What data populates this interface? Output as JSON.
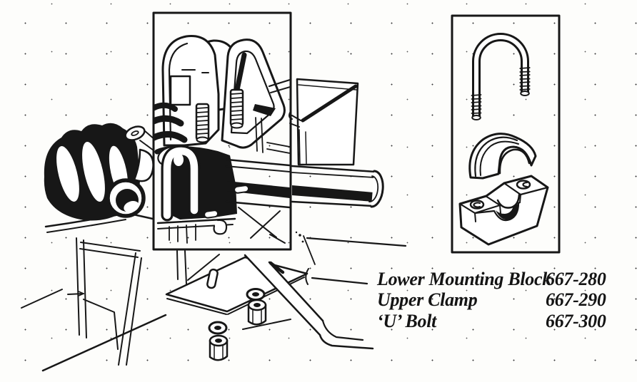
{
  "page": {
    "paper_color": "#fdfdfb",
    "ink_color": "#171717"
  },
  "parts_list": {
    "rows": [
      {
        "name": "Lower Mounting Block",
        "number": "667-280"
      },
      {
        "name": "Upper Clamp",
        "number": "667-290"
      },
      {
        "name": "‘U’ Bolt",
        "number": "667-300"
      }
    ]
  }
}
